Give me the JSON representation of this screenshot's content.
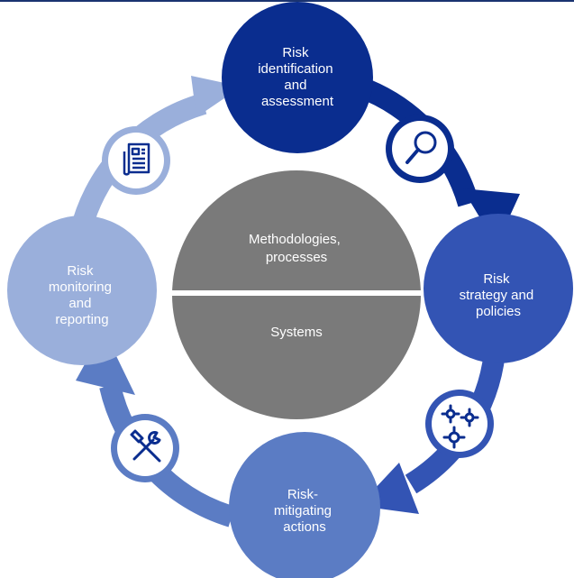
{
  "colors": {
    "rule": "#1a3370",
    "navy": "#0a2d8f",
    "blue": "#3354b4",
    "mid": "#5b7cc4",
    "light": "#9aafdb",
    "center": "#7a7a7a"
  },
  "center": {
    "top": [
      "Methodologies,",
      "processes"
    ],
    "bottom": [
      "Systems"
    ]
  },
  "nodes": {
    "identification": [
      "Risk",
      "identification",
      "and",
      "assessment"
    ],
    "strategy": [
      "Risk",
      "strategy and",
      "policies"
    ],
    "actions": [
      "Risk-",
      "mitigating",
      "actions"
    ],
    "monitoring": [
      "Risk",
      "monitoring",
      "and",
      "reporting"
    ]
  },
  "icons": {
    "identification_strategy": "magnifier-icon",
    "strategy_actions": "gears-icon",
    "actions_monitoring": "tools-icon",
    "monitoring_identification": "document-icon"
  }
}
